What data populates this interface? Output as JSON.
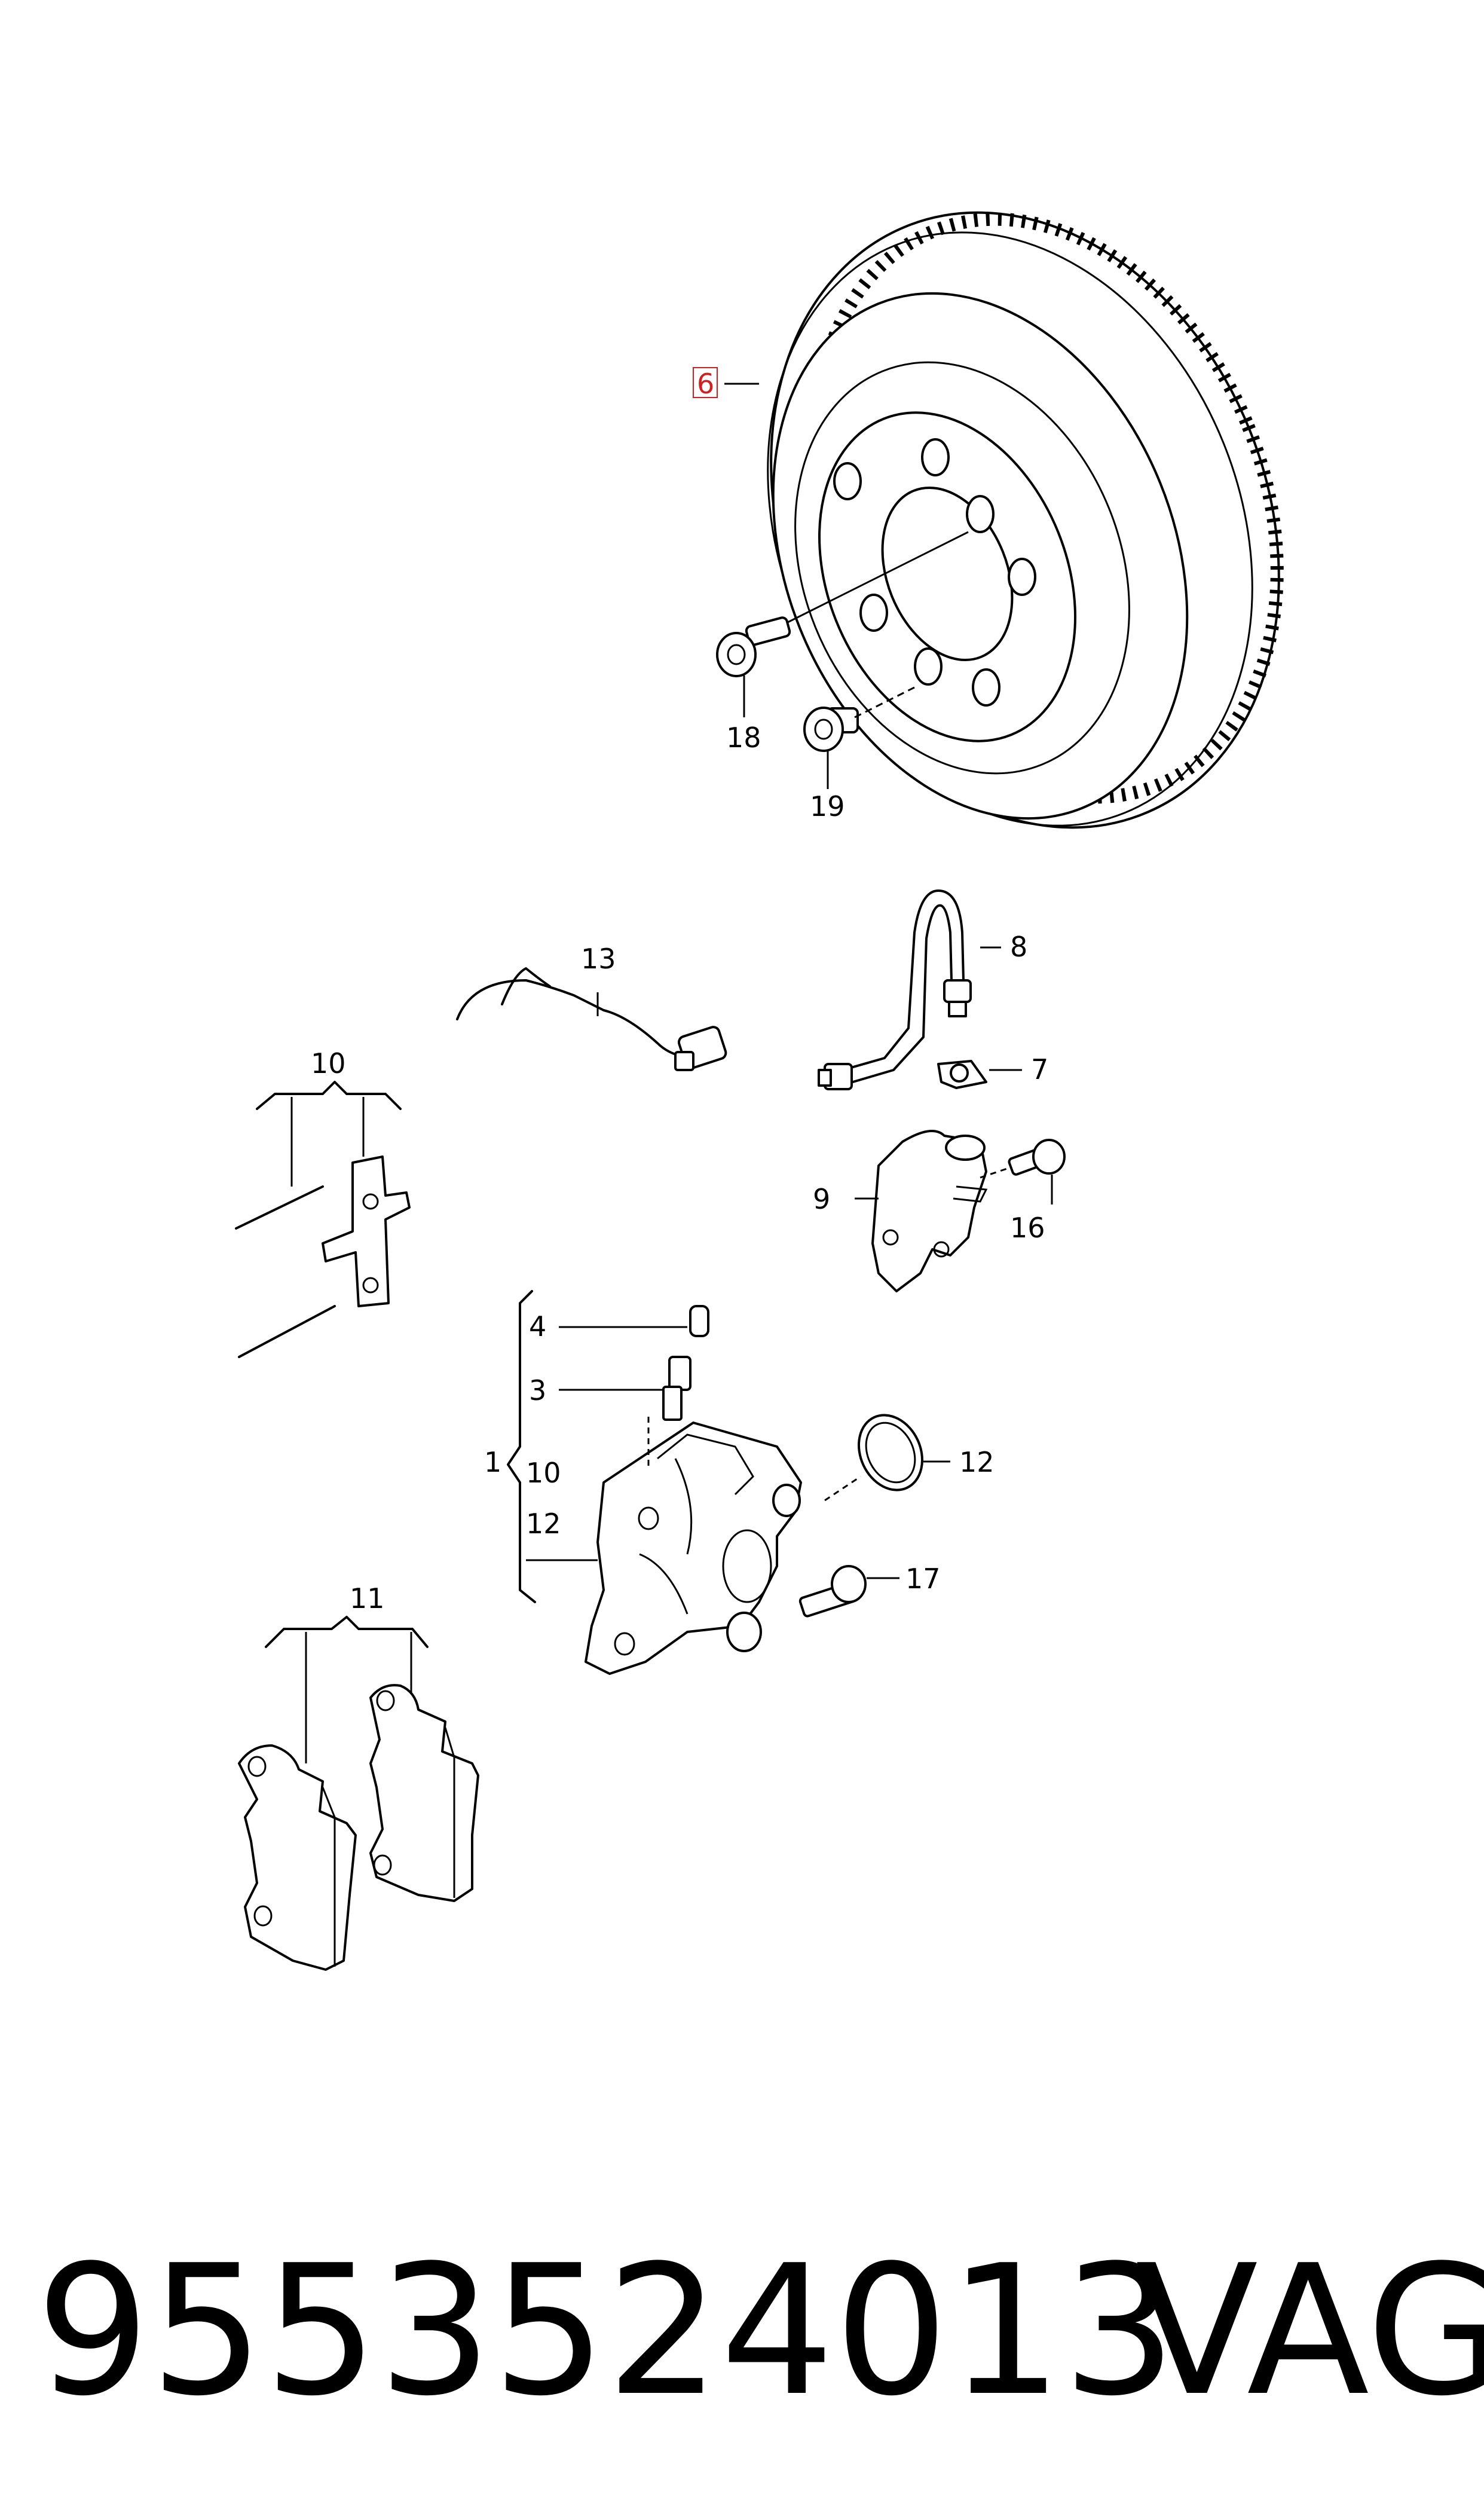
{
  "callouts": {
    "c1": "1",
    "c3": "3",
    "c4": "4",
    "c6": "6",
    "c7": "7",
    "c8": "8",
    "c9": "9",
    "c10_top": "10",
    "c10_group": "10",
    "c11": "11",
    "c12_group": "12",
    "c12_ring": "12",
    "c13": "13",
    "c16": "16",
    "c17": "17",
    "c18": "18",
    "c19": "19"
  },
  "highlight_color": "#cc2222",
  "caption": {
    "part_number": "9553524013",
    "brand": "VAG"
  }
}
